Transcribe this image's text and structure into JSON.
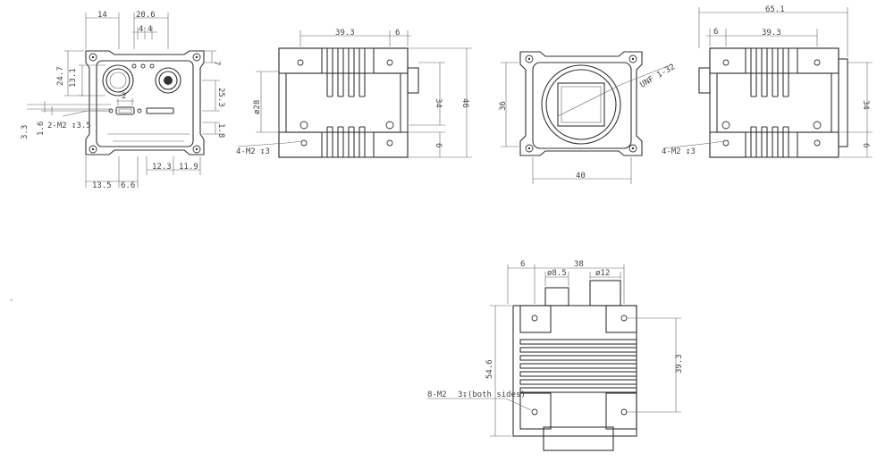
{
  "views": {
    "front": {
      "dims": {
        "d14": "14",
        "d20_6": "20.6",
        "d4a": "4",
        "d4b": "4",
        "d7": "7",
        "d13_1": "13.1",
        "d24_7": "24.7",
        "d25_3": "25.3",
        "d1_8": "1.8",
        "d3_3": "3.3",
        "d1_6": "1.6",
        "d13_5": "13.5",
        "d6_6": "6.6",
        "d12_3": "12.3",
        "d11_9": "11.9",
        "dmini": "2"
      },
      "callout": "2-M2 ↧3.5"
    },
    "side_left": {
      "dims": {
        "d39_3": "39.3",
        "d6": "6",
        "dphi28": "ø28",
        "d34": "34",
        "d46": "46",
        "d6b": "6"
      },
      "callout": "4-M2 ↧3"
    },
    "rear": {
      "dims": {
        "d36": "36",
        "d40": "40"
      },
      "callout": "UNF 1-32"
    },
    "side_right": {
      "dims": {
        "d65_1": "65.1",
        "d6": "6",
        "d39_3": "39.3",
        "d34": "34",
        "d6b": "6"
      },
      "callout": "4-M2 ↧3"
    },
    "bottom": {
      "dims": {
        "d6": "6",
        "d38": "38",
        "dphi8_5": "ø8.5",
        "dphi12": "ø12",
        "d54_6": "54.6",
        "d39_3": "39.3"
      },
      "callout_a": "8-M2",
      "callout_b": "3↧(both sides)"
    },
    "stray_mark": "-"
  }
}
